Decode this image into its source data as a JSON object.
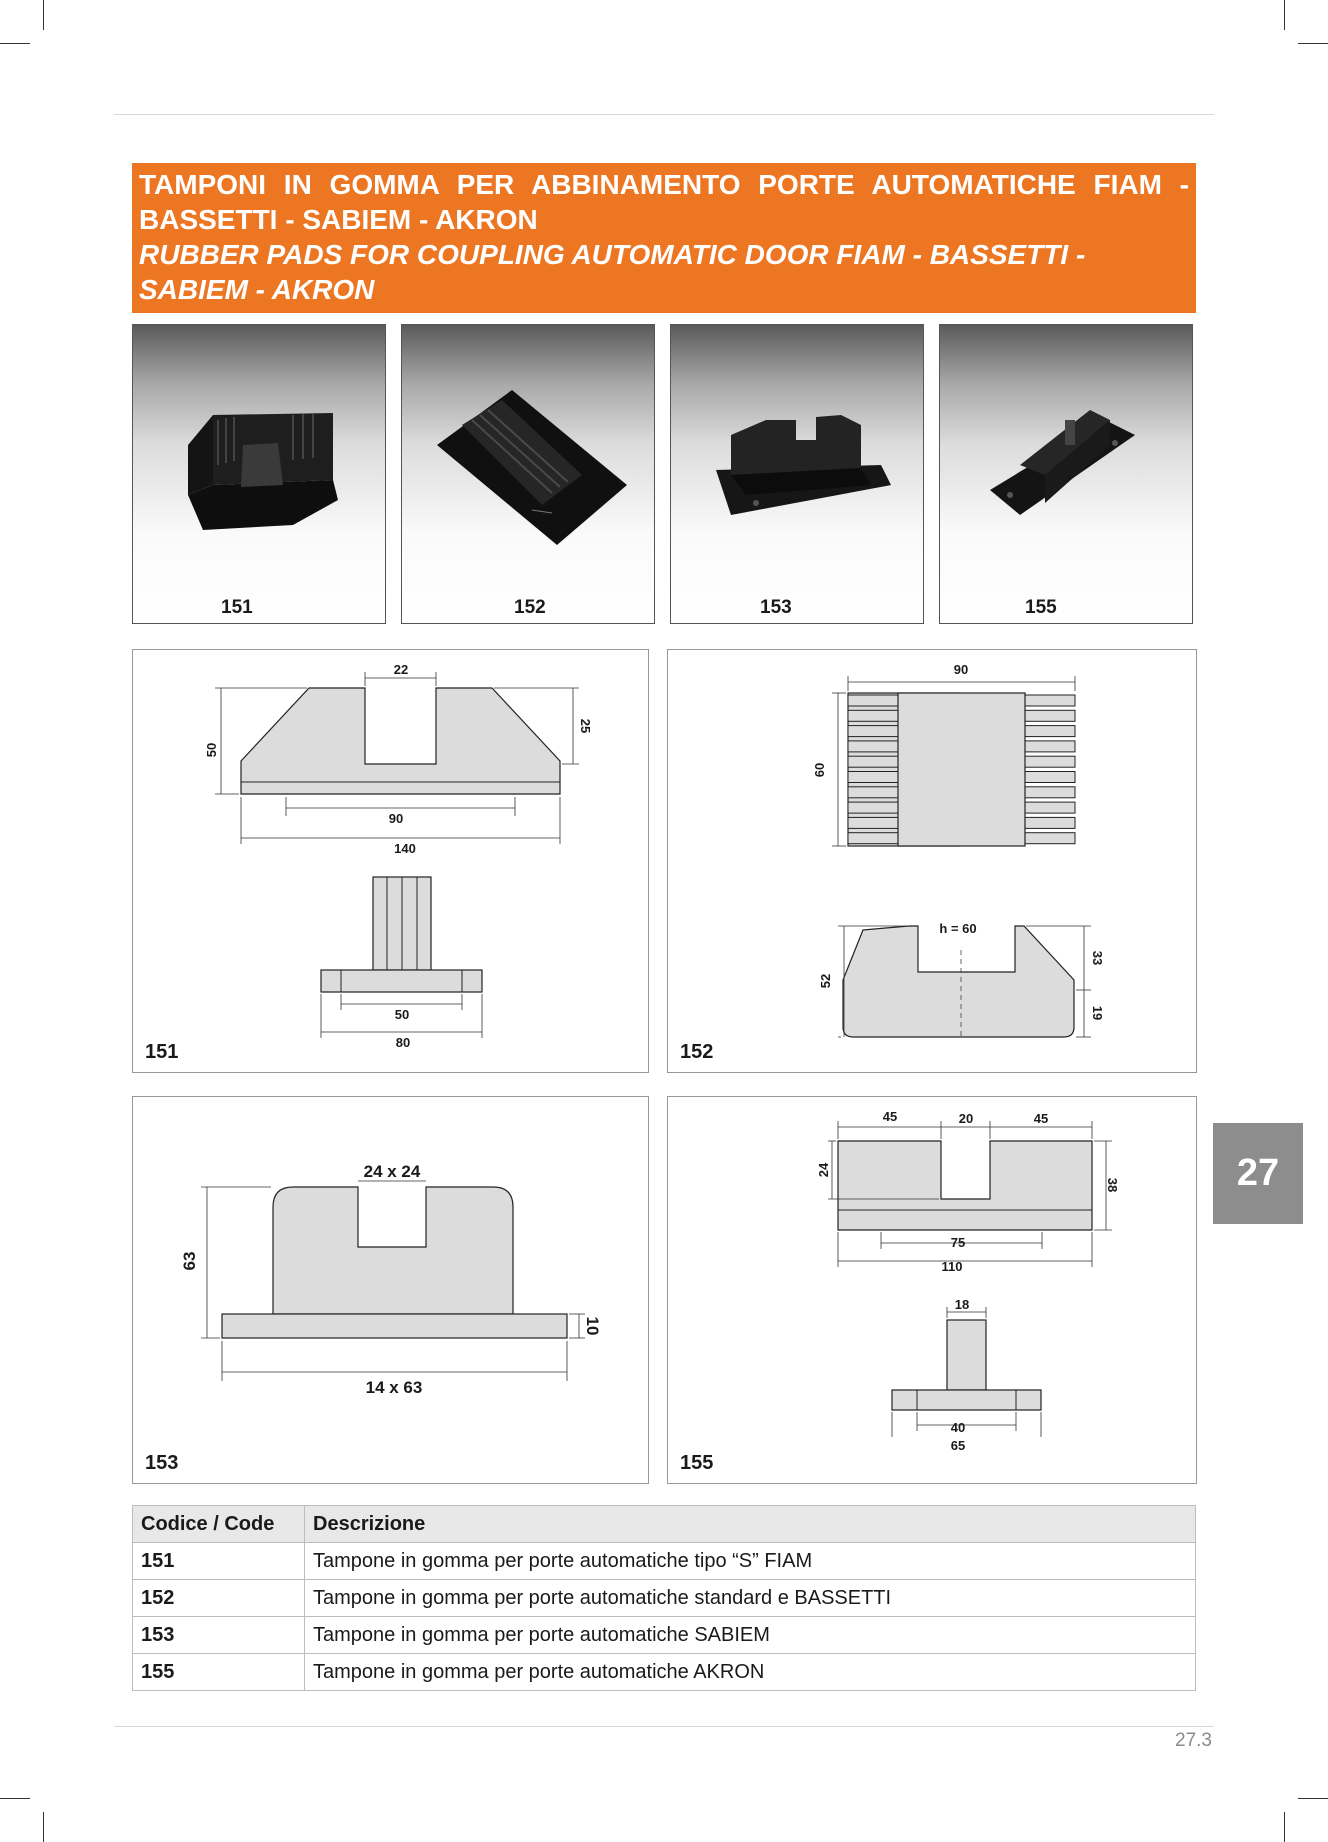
{
  "header": {
    "title_it": "TAMPONI IN GOMMA PER ABBINAMENTO PORTE AUTOMATICHE FIAM - BASSETTI - SABIEM - AKRON",
    "title_en": "RUBBER PADS FOR COUPLING AUTOMATIC DOOR FIAM - BASSETTI - SABIEM - AKRON"
  },
  "photos": [
    {
      "code": "151"
    },
    {
      "code": "152"
    },
    {
      "code": "153"
    },
    {
      "code": "155"
    }
  ],
  "drawings": {
    "d151": {
      "label": "151",
      "top_gap": "22",
      "height": "50",
      "depth": "25",
      "inner": "90",
      "length": "140",
      "base_inner": "50",
      "base_width": "80"
    },
    "d152": {
      "label": "152",
      "length": "90",
      "width": "60",
      "h_note": "h = 60",
      "height": "52",
      "upper": "33",
      "lower": "19"
    },
    "d153": {
      "label": "153",
      "notch": "24 x 24",
      "height": "63",
      "base_h": "10",
      "base": "14 x 63"
    },
    "d155": {
      "label": "155",
      "left": "45",
      "gap": "20",
      "right": "45",
      "notch_h": "24",
      "height": "38",
      "inner": "75",
      "length": "110",
      "stem": "18",
      "base_inner": "40",
      "base_width": "65"
    }
  },
  "table": {
    "headers": [
      "Codice / Code",
      "Descrizione"
    ],
    "rows": [
      {
        "code": "151",
        "desc": "Tampone in gomma per porte automatiche tipo “S” FIAM"
      },
      {
        "code": "152",
        "desc": "Tampone in gomma per porte automatiche standard e BASSETTI"
      },
      {
        "code": "153",
        "desc": "Tampone in gomma per porte automatiche SABIEM"
      },
      {
        "code": "155",
        "desc": "Tampone in gomma per porte automatiche AKRON"
      }
    ]
  },
  "section_tab": "27",
  "page_number": "27.3",
  "colors": {
    "accent": "#ed7623",
    "tab": "#8d8d8d",
    "part_fill": "#dcdcdc"
  }
}
